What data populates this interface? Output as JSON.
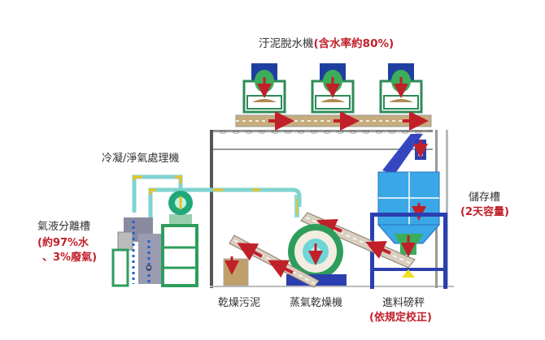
{
  "title": {
    "main": "汙泥脫水機",
    "note": "(含水率約80%)"
  },
  "labels": {
    "condenser": "冷凝/淨氣處理機",
    "separator": {
      "name": "氣液分離槽",
      "note_line1": "(約97%水",
      "note_line2": "、3%廢氣)"
    },
    "storage": {
      "name": "儲存槽",
      "note": "(2天容量)"
    },
    "dried_sludge": "乾燥污泥",
    "steam_dryer": "蒸氣乾燥機",
    "feed_scale": {
      "name": "進料磅秤",
      "note": "(依規定校正)"
    }
  },
  "colors": {
    "dewater_green": "#2e8b57",
    "dewater_blue": "#1f3fa0",
    "tank_blue": "#3aa8e6",
    "frame_blue": "#2b3fb0",
    "pipe_teal": "#7fd3d0",
    "flow_yellow": "#f0c020",
    "arrow_red": "#c0202a",
    "sludge_brown": "#b08a52",
    "stand_green": "#2e9d5c"
  }
}
